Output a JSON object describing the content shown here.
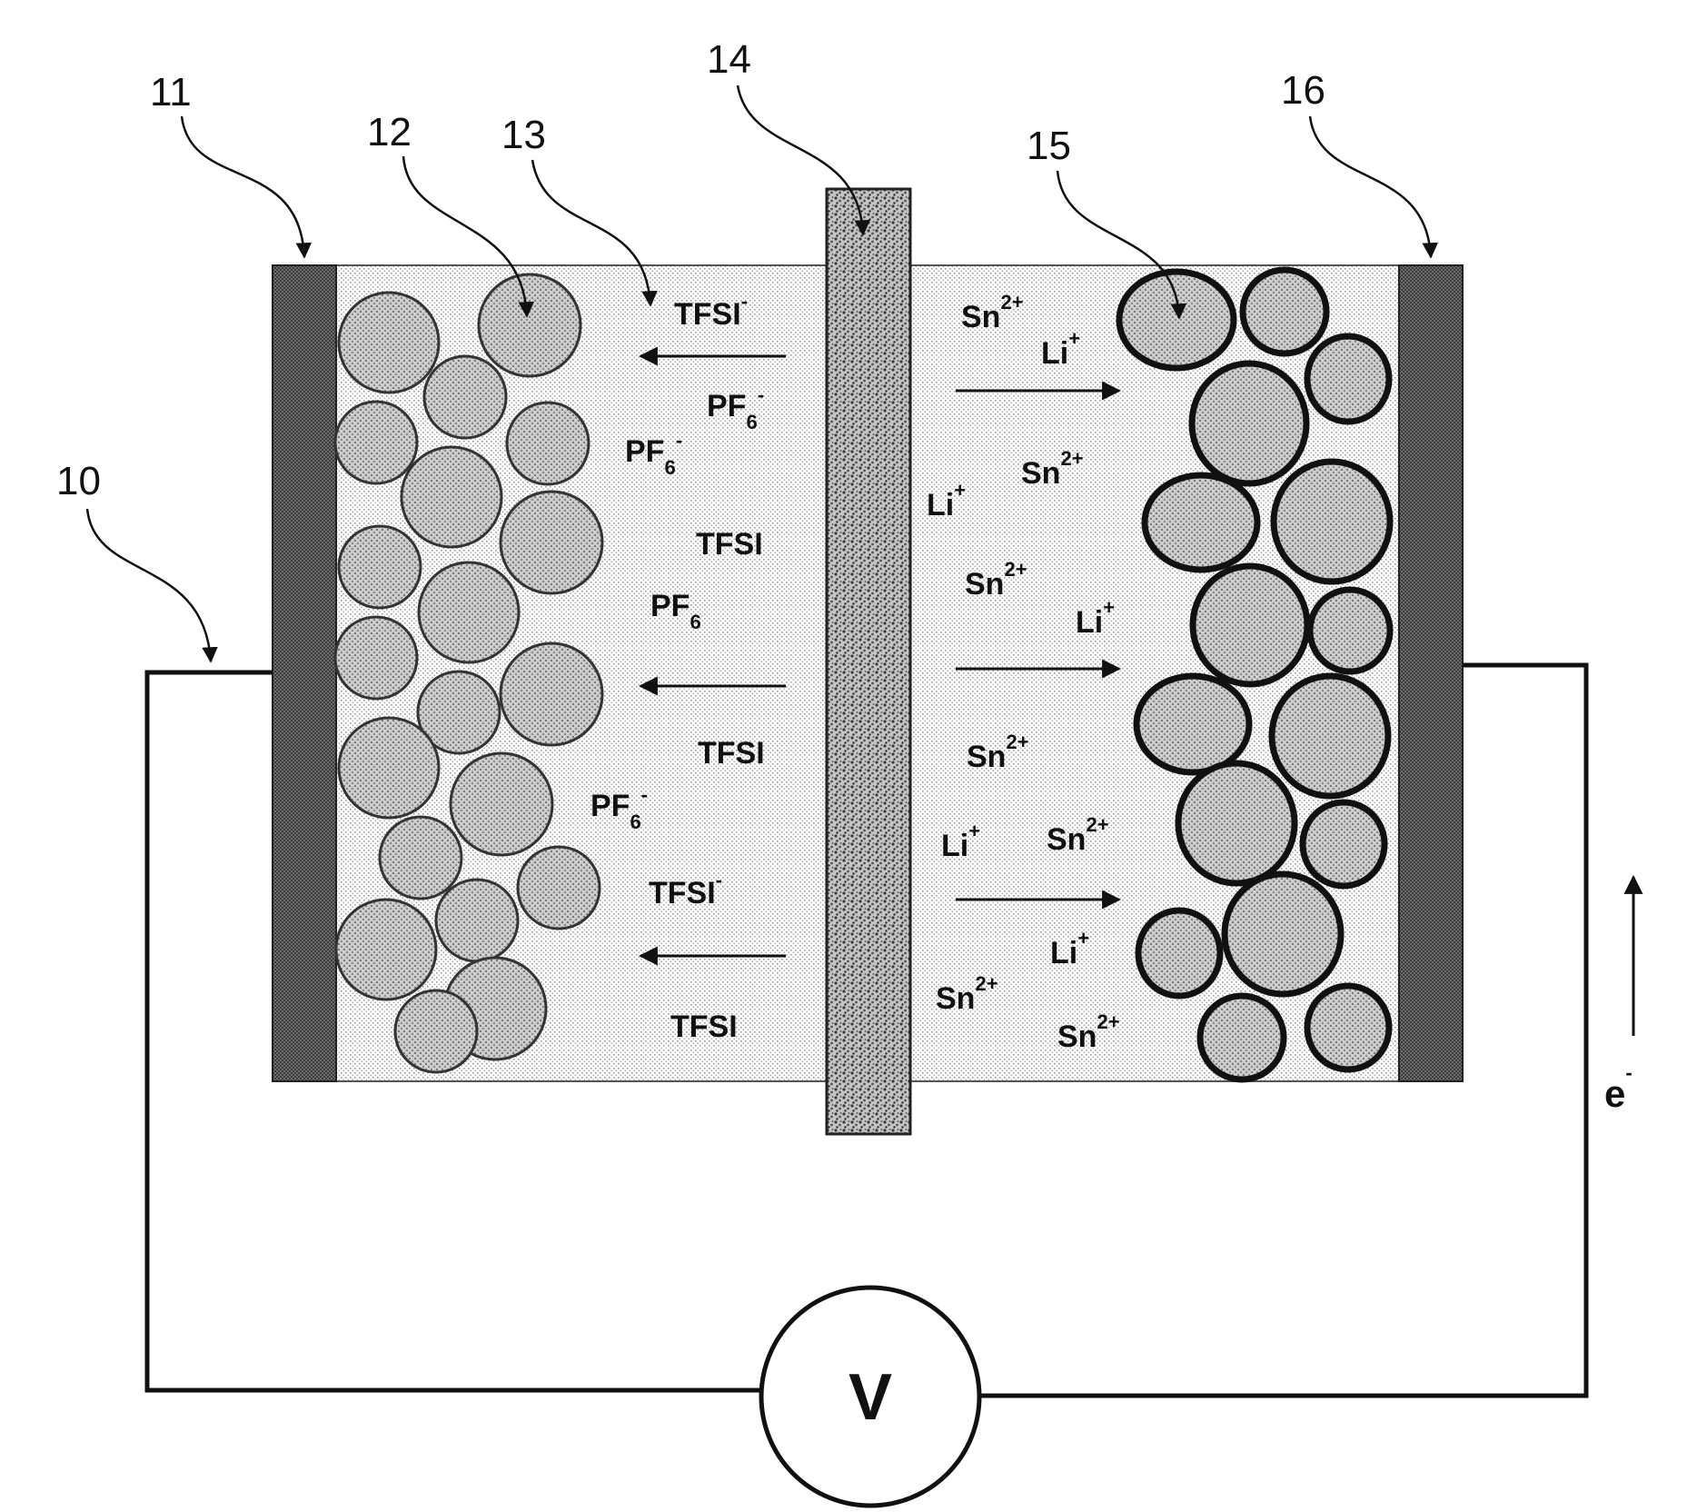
{
  "reference_numerals": {
    "circuit": "10",
    "left_current_collector": "11",
    "left_particles": "12",
    "electrolyte": "13",
    "separator": "14",
    "right_particles": "15",
    "right_current_collector": "16"
  },
  "voltmeter_label": "V",
  "electron_label": {
    "base": "e",
    "sup": "-"
  },
  "left_ions": [
    {
      "base": "TFSI",
      "sub": "",
      "sup": "-"
    },
    {
      "base": "PF",
      "sub": "6",
      "sup": "-"
    },
    {
      "base": "PF",
      "sub": "6",
      "sup": "-"
    },
    {
      "base": "TFSI",
      "sub": "",
      "sup": ""
    },
    {
      "base": "PF",
      "sub": "6",
      "sup": ""
    },
    {
      "base": "TFSI",
      "sub": "",
      "sup": ""
    },
    {
      "base": "PF",
      "sub": "6",
      "sup": "-"
    },
    {
      "base": "TFSI",
      "sub": "",
      "sup": "-"
    },
    {
      "base": "TFSI",
      "sub": "",
      "sup": ""
    }
  ],
  "right_ions": [
    {
      "base": "Sn",
      "sub": "",
      "sup": "2+"
    },
    {
      "base": "Li",
      "sub": "",
      "sup": "+"
    },
    {
      "base": "Sn",
      "sub": "",
      "sup": "2+"
    },
    {
      "base": "Li",
      "sub": "",
      "sup": "+"
    },
    {
      "base": "Sn",
      "sub": "",
      "sup": "2+"
    },
    {
      "base": "Li",
      "sub": "",
      "sup": "+"
    },
    {
      "base": "Sn",
      "sub": "",
      "sup": "2+"
    },
    {
      "base": "Li",
      "sub": "",
      "sup": "+"
    },
    {
      "base": "Sn",
      "sub": "",
      "sup": "2+"
    },
    {
      "base": "Li",
      "sub": "",
      "sup": "+"
    },
    {
      "base": "Sn",
      "sub": "",
      "sup": "2+"
    },
    {
      "base": "Sn",
      "sub": "",
      "sup": "2+"
    }
  ]
}
